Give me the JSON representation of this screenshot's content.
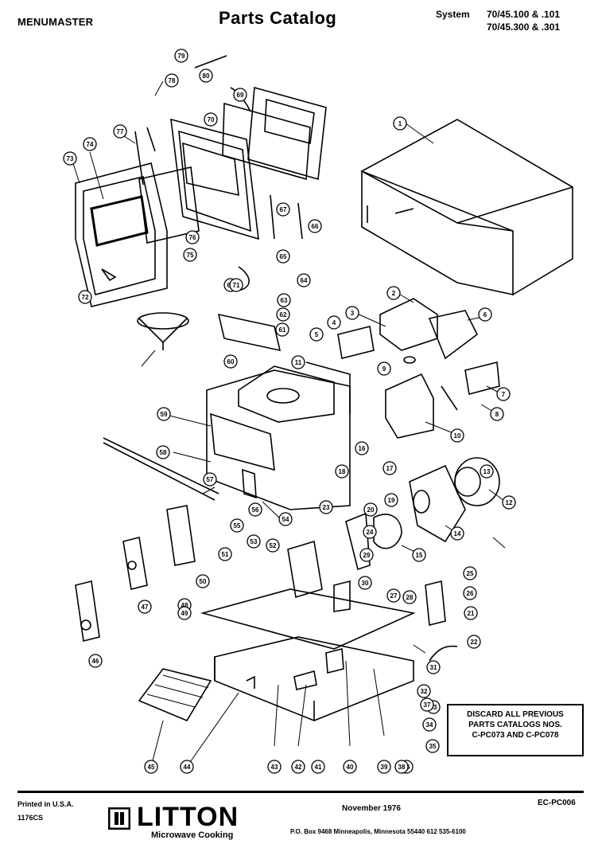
{
  "header": {
    "brand": "MENUMASTER",
    "title": "Parts Catalog",
    "system_label": "System",
    "system_line1": "70/45.100 & .101",
    "system_line2": "70/45.300 & .301"
  },
  "part_labels": [
    "1",
    "2",
    "3",
    "4",
    "5",
    "6",
    "7",
    "8",
    "9",
    "10",
    "11",
    "12",
    "13",
    "14",
    "15",
    "16",
    "17",
    "18",
    "19",
    "20",
    "21",
    "22",
    "23",
    "24",
    "25",
    "26",
    "27",
    "28",
    "29",
    "30",
    "31",
    "32",
    "33",
    "34",
    "35",
    "36",
    "37",
    "38",
    "39",
    "40",
    "41",
    "42",
    "43",
    "44",
    "45",
    "46",
    "47",
    "48",
    "49",
    "50",
    "51",
    "52",
    "53",
    "54",
    "55",
    "56",
    "57",
    "58",
    "59",
    "60",
    "61",
    "62",
    "63",
    "64",
    "65",
    "66",
    "67",
    "68",
    "69",
    "70",
    "71",
    "72",
    "73",
    "74",
    "75",
    "76",
    "77",
    "78",
    "79",
    "80"
  ],
  "notice": {
    "line1": "DISCARD ALL PREVIOUS",
    "line2": "PARTS CATALOGS NOS.",
    "line3": "C-PC073 AND C-PC078"
  },
  "footer": {
    "printed": "Printed in U.S.A.",
    "print_code": "1176CS",
    "logo": "LITTON",
    "logo_sub": "Microwave Cooking",
    "date": "November 1976",
    "address": "P.O. Box 9468  Minneapolis, Minnesota 55440  612  535-6100",
    "catalog_no": "EC-PC006"
  }
}
